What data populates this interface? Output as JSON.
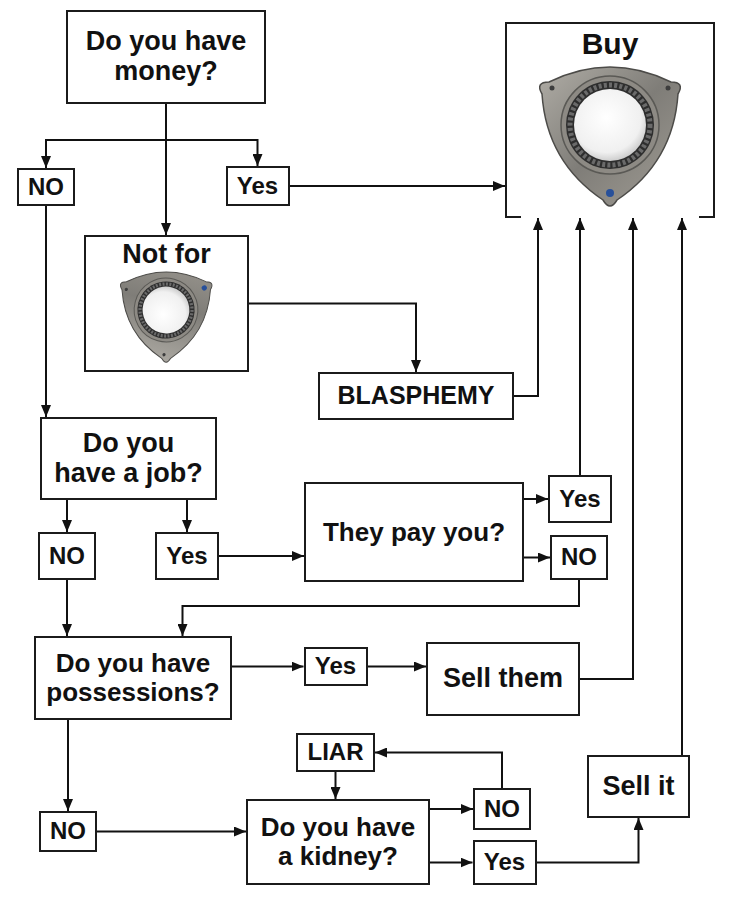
{
  "diagram": {
    "nodes": [
      {
        "text": [
          "Do you have money?"
        ]
      },
      {
        "text": [
          "Buy"
        ]
      },
      {
        "text": [
          "NO"
        ]
      },
      {
        "text": [
          "Yes"
        ]
      },
      {
        "text": [
          "Not for"
        ]
      },
      {
        "text": [
          "BLASPHEMY"
        ]
      },
      {
        "text": [
          "Do you have a job?"
        ]
      },
      {
        "text": [
          "NO"
        ]
      },
      {
        "text": [
          "Yes"
        ]
      },
      {
        "text": [
          "They pay you?"
        ]
      },
      {
        "text": [
          "Yes"
        ]
      },
      {
        "text": [
          "NO"
        ]
      },
      {
        "text": [
          "Do you have possessions?"
        ]
      },
      {
        "text": [
          "Yes"
        ]
      },
      {
        "text": [
          "Sell them"
        ]
      },
      {
        "text": [
          "LIAR"
        ]
      },
      {
        "text": [
          "NO"
        ]
      },
      {
        "text": [
          "Do you have a kidney?"
        ]
      },
      {
        "text": [
          "NO"
        ]
      },
      {
        "text": [
          "Yes"
        ]
      },
      {
        "text": [
          "Sell it"
        ]
      }
    ],
    "edges": [
      {
        "from": 0,
        "to": 2,
        "arrow": "to"
      },
      {
        "from": 0,
        "to": 4,
        "arrow": "to"
      },
      {
        "from": 0,
        "to": 3,
        "arrow": "to"
      },
      {
        "from": 3,
        "to": 1,
        "arrow": "to"
      },
      {
        "from": 4,
        "to": 5,
        "arrow": "to"
      },
      {
        "from": 5,
        "to": 1,
        "arrow": "to"
      },
      {
        "from": 2,
        "to": 6,
        "arrow": "to"
      },
      {
        "from": 6,
        "to": 7,
        "arrow": "to"
      },
      {
        "from": 6,
        "to": 8,
        "arrow": "to"
      },
      {
        "from": 8,
        "to": 9,
        "arrow": "to"
      },
      {
        "from": 9,
        "to": 10,
        "arrow": "to"
      },
      {
        "from": 9,
        "to": 11,
        "arrow": "to"
      },
      {
        "from": 10,
        "to": 1,
        "arrow": "to"
      },
      {
        "from": 11,
        "to": 12,
        "arrow": "to"
      },
      {
        "from": 7,
        "to": 12,
        "arrow": "to"
      },
      {
        "from": 12,
        "to": 13,
        "arrow": "to"
      },
      {
        "from": 13,
        "to": 14,
        "arrow": "to"
      },
      {
        "from": 14,
        "to": 1,
        "arrow": "to"
      },
      {
        "from": 12,
        "to": 16,
        "arrow": "to"
      },
      {
        "from": 16,
        "to": 17,
        "arrow": "to"
      },
      {
        "from": 17,
        "to": 18,
        "arrow": "to"
      },
      {
        "from": 17,
        "to": 19,
        "arrow": "to"
      },
      {
        "from": 18,
        "to": 15,
        "arrow": "to"
      },
      {
        "from": 15,
        "to": 17,
        "arrow": "to"
      },
      {
        "from": 19,
        "to": 20,
        "arrow": "to"
      },
      {
        "from": 20,
        "to": 1,
        "arrow": "to"
      }
    ]
  }
}
